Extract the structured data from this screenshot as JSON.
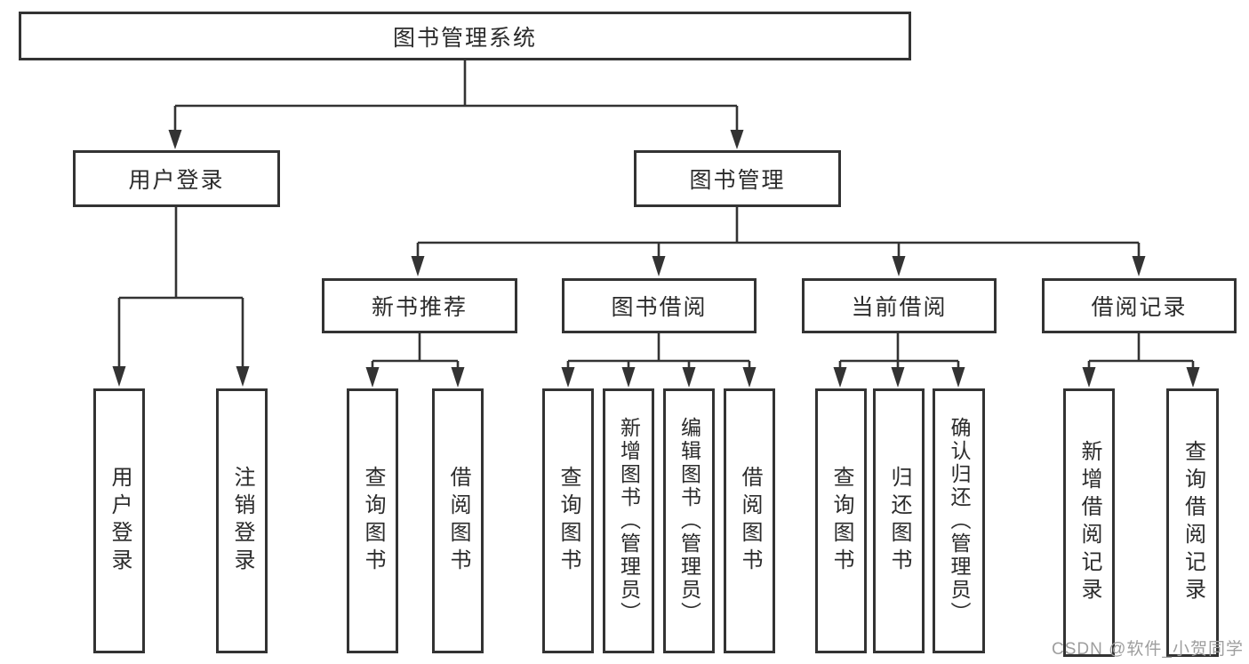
{
  "diagram": {
    "root": {
      "label": "图书管理系统"
    },
    "branches": [
      {
        "label": "用户登录"
      },
      {
        "label": "图书管理"
      }
    ],
    "modules": [
      {
        "label": "新书推荐"
      },
      {
        "label": "图书借阅"
      },
      {
        "label": "当前借阅"
      },
      {
        "label": "借阅记录"
      }
    ],
    "leaves": [
      {
        "label": "用户登录"
      },
      {
        "label": "注销登录"
      },
      {
        "label": "查询图书"
      },
      {
        "label": "借阅图书"
      },
      {
        "label": "查询图书"
      },
      {
        "label": "新增图书（管理员）"
      },
      {
        "label": "编辑图书（管理员）"
      },
      {
        "label": "借阅图书"
      },
      {
        "label": "查询图书"
      },
      {
        "label": "归还图书"
      },
      {
        "label": "确认归还（管理员）"
      },
      {
        "label": "新增借阅记录"
      },
      {
        "label": "查询借阅记录"
      }
    ]
  },
  "watermark": {
    "text": "CSDN @软件_小贺同学"
  },
  "colors": {
    "line": "#333333",
    "box_border": "#333333",
    "text": "#2b2b2b",
    "watermark": "#9e9e9e",
    "background": "#ffffff"
  }
}
